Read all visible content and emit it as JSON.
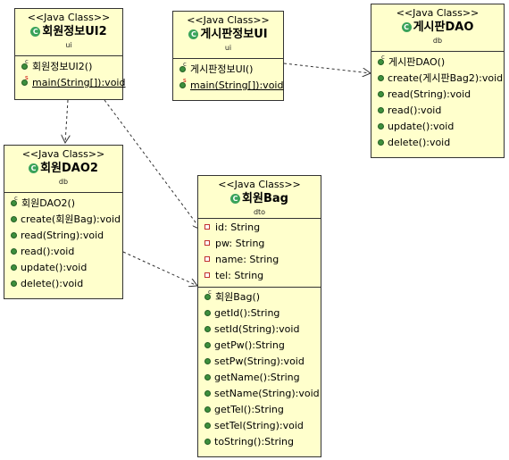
{
  "stereotype": "<<Java Class>>",
  "classes": {
    "ui2": {
      "name": "회원정보UI2",
      "package": "ui",
      "methods": [
        "회원정보UI2()",
        "main(String[]):void"
      ]
    },
    "boardui": {
      "name": "게시판정보UI",
      "package": "ui",
      "methods": [
        "게시판정보UI()",
        "main(String[]):void"
      ]
    },
    "boarddao": {
      "name": "게시판DAO",
      "package": "db",
      "methods": [
        "게시판DAO()",
        "create(게시판Bag2):void",
        "read(String):void",
        "read():void",
        "update():void",
        "delete():void"
      ]
    },
    "dao2": {
      "name": "회원DAO2",
      "package": "db",
      "methods": [
        "회원DAO2()",
        "create(회원Bag):void",
        "read(String):void",
        "read():void",
        "update():void",
        "delete():void"
      ]
    },
    "bag": {
      "name": "회원Bag",
      "package": "dto",
      "fields": [
        "id: String",
        "pw: String",
        "name: String",
        "tel: String"
      ],
      "methods": [
        "회원Bag()",
        "getId():String",
        "setId(String):void",
        "getPw():String",
        "setPw(String):void",
        "getName():String",
        "setName(String):void",
        "getTel():String",
        "setTel(String):void",
        "toString():String"
      ]
    }
  },
  "icons": {
    "class": "class-c-icon",
    "method": "public-method-icon",
    "constructor": "constructor-icon",
    "static": "static-method-icon",
    "field": "private-field-icon"
  },
  "colors": {
    "classFill": "#ffffcc",
    "method": "#3d8f3d",
    "field": "#c03030"
  }
}
